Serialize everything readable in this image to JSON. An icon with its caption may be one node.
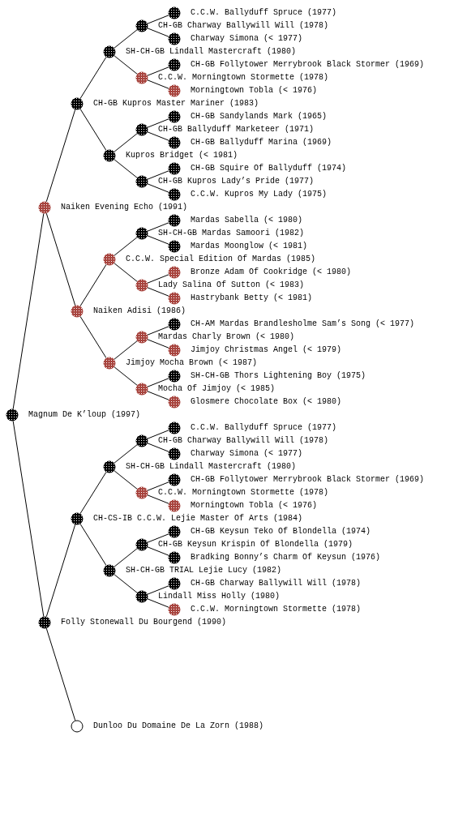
{
  "diagram": {
    "nodes": [
      {
        "text": [
          "C.C.W. Ballyduff Spruce (1977)"
        ]
      },
      {
        "text": [
          "CH-GB Charway Ballywill Will (1978)"
        ]
      },
      {
        "text": [
          "Charway Simona (< 1977)"
        ]
      },
      {
        "text": [
          "SH-CH-GB Lindall Mastercraft (1980)"
        ]
      },
      {
        "text": [
          "CH-GB Follytower Merrybrook Black Stormer (1969)"
        ]
      },
      {
        "text": [
          "C.C.W. Morningtown Stormette (1978)"
        ]
      },
      {
        "text": [
          "Morningtown Tobla (< 1976)"
        ]
      },
      {
        "text": [
          "CH-GB Kupros Master Mariner (1983)"
        ]
      },
      {
        "text": [
          "CH-GB Sandylands Mark (1965)"
        ]
      },
      {
        "text": [
          "CH-GB Ballyduff Marketeer (1971)"
        ]
      },
      {
        "text": [
          "CH-GB Ballyduff Marina (1969)"
        ]
      },
      {
        "text": [
          "Kupros Bridget (< 1981)"
        ]
      },
      {
        "text": [
          "CH-GB Squire Of Ballyduff (1974)"
        ]
      },
      {
        "text": [
          "CH-GB Kupros Lady’s Pride (1977)"
        ]
      },
      {
        "text": [
          "C.C.W. Kupros My Lady (1975)"
        ]
      },
      {
        "text": [
          "Naiken Evening Echo (1991)"
        ]
      },
      {
        "text": [
          "Mardas Sabella (< 1980)"
        ]
      },
      {
        "text": [
          "SH-CH-GB Mardas Samoori (1982)"
        ]
      },
      {
        "text": [
          "Mardas Moonglow (< 1981)"
        ]
      },
      {
        "text": [
          "C.C.W. Special Edition Of Mardas (1985)"
        ]
      },
      {
        "text": [
          "Bronze Adam Of Cookridge (< 1980)"
        ]
      },
      {
        "text": [
          "Lady Salina Of Sutton (< 1983)"
        ]
      },
      {
        "text": [
          "Hastrybank Betty (< 1981)"
        ]
      },
      {
        "text": [
          "Naiken Adisi (1986)"
        ]
      },
      {
        "text": [
          "CH-AM Mardas Brandlesholme Sam’s Song (< 1977)"
        ]
      },
      {
        "text": [
          "Mardas Charly Brown (< 1980)"
        ]
      },
      {
        "text": [
          "Jimjoy Christmas Angel (< 1979)"
        ]
      },
      {
        "text": [
          "Jimjoy Mocha Brown (< 1987)"
        ]
      },
      {
        "text": [
          "SH-CH-GB Thors Lightening Boy (1975)"
        ]
      },
      {
        "text": [
          "Mocha Of Jimjoy (< 1985)"
        ]
      },
      {
        "text": [
          "Glosmere Chocolate Box (< 1980)"
        ]
      },
      {
        "text": [
          "Magnum De K’loup (1997)"
        ]
      },
      {
        "text": [
          "C.C.W. Ballyduff Spruce (1977)"
        ]
      },
      {
        "text": [
          "CH-GB Charway Ballywill Will (1978)"
        ]
      },
      {
        "text": [
          "Charway Simona (< 1977)"
        ]
      },
      {
        "text": [
          "SH-CH-GB Lindall Mastercraft (1980)"
        ]
      },
      {
        "text": [
          "CH-GB Follytower Merrybrook Black Stormer (1969)"
        ]
      },
      {
        "text": [
          "C.C.W. Morningtown Stormette (1978)"
        ]
      },
      {
        "text": [
          "Morningtown Tobla (< 1976)"
        ]
      },
      {
        "text": [
          "CH-CS-IB C.C.W. Lejie Master Of Arts (1984)"
        ]
      },
      {
        "text": [
          "CH-GB Keysun Teko Of Blondella (1974)"
        ]
      },
      {
        "text": [
          "CH-GB Keysun Krispin Of Blondella (1979)"
        ]
      },
      {
        "text": [
          "Bradking Bonny’s Charm Of Keysun (1976)"
        ]
      },
      {
        "text": [
          "SH-CH-GB TRIAL Lejie Lucy (1982)"
        ]
      },
      {
        "text": [
          "CH-GB Charway Ballywill Will (1978)"
        ]
      },
      {
        "text": [
          "Lindall Miss Holly (1980)"
        ]
      },
      {
        "text": [
          "C.C.W. Morningtown Stormette (1978)"
        ]
      },
      {
        "text": [
          "Folly Stonewall Du Bourgend (1990)"
        ]
      },
      {
        "text": [
          "Dunloo Du Domaine De La Zorn (1988)"
        ]
      }
    ],
    "edges": [
      {
        "from": 1,
        "to": 0,
        "arrow": "none"
      },
      {
        "from": 1,
        "to": 2,
        "arrow": "none"
      },
      {
        "from": 3,
        "to": 1,
        "arrow": "none"
      },
      {
        "from": 3,
        "to": 5,
        "arrow": "none"
      },
      {
        "from": 5,
        "to": 4,
        "arrow": "none"
      },
      {
        "from": 5,
        "to": 6,
        "arrow": "none"
      },
      {
        "from": 7,
        "to": 3,
        "arrow": "none"
      },
      {
        "from": 7,
        "to": 11,
        "arrow": "none"
      },
      {
        "from": 9,
        "to": 8,
        "arrow": "none"
      },
      {
        "from": 9,
        "to": 10,
        "arrow": "none"
      },
      {
        "from": 11,
        "to": 9,
        "arrow": "none"
      },
      {
        "from": 11,
        "to": 13,
        "arrow": "none"
      },
      {
        "from": 13,
        "to": 12,
        "arrow": "none"
      },
      {
        "from": 13,
        "to": 14,
        "arrow": "none"
      },
      {
        "from": 15,
        "to": 7,
        "arrow": "none"
      },
      {
        "from": 15,
        "to": 23,
        "arrow": "none"
      },
      {
        "from": 17,
        "to": 16,
        "arrow": "none"
      },
      {
        "from": 17,
        "to": 18,
        "arrow": "none"
      },
      {
        "from": 19,
        "to": 17,
        "arrow": "none"
      },
      {
        "from": 19,
        "to": 21,
        "arrow": "none"
      },
      {
        "from": 21,
        "to": 20,
        "arrow": "none"
      },
      {
        "from": 21,
        "to": 22,
        "arrow": "none"
      },
      {
        "from": 23,
        "to": 19,
        "arrow": "none"
      },
      {
        "from": 23,
        "to": 27,
        "arrow": "none"
      },
      {
        "from": 25,
        "to": 24,
        "arrow": "none"
      },
      {
        "from": 25,
        "to": 26,
        "arrow": "none"
      },
      {
        "from": 27,
        "to": 25,
        "arrow": "none"
      },
      {
        "from": 27,
        "to": 29,
        "arrow": "none"
      },
      {
        "from": 29,
        "to": 28,
        "arrow": "none"
      },
      {
        "from": 29,
        "to": 30,
        "arrow": "none"
      },
      {
        "from": 31,
        "to": 15,
        "arrow": "none"
      },
      {
        "from": 31,
        "to": 47,
        "arrow": "none"
      },
      {
        "from": 33,
        "to": 32,
        "arrow": "none"
      },
      {
        "from": 33,
        "to": 34,
        "arrow": "none"
      },
      {
        "from": 35,
        "to": 33,
        "arrow": "none"
      },
      {
        "from": 35,
        "to": 37,
        "arrow": "none"
      },
      {
        "from": 37,
        "to": 36,
        "arrow": "none"
      },
      {
        "from": 37,
        "to": 38,
        "arrow": "none"
      },
      {
        "from": 39,
        "to": 35,
        "arrow": "none"
      },
      {
        "from": 39,
        "to": 43,
        "arrow": "none"
      },
      {
        "from": 41,
        "to": 40,
        "arrow": "none"
      },
      {
        "from": 41,
        "to": 42,
        "arrow": "none"
      },
      {
        "from": 43,
        "to": 41,
        "arrow": "none"
      },
      {
        "from": 43,
        "to": 45,
        "arrow": "none"
      },
      {
        "from": 45,
        "to": 44,
        "arrow": "none"
      },
      {
        "from": 45,
        "to": 46,
        "arrow": "none"
      },
      {
        "from": 47,
        "to": 39,
        "arrow": "none"
      },
      {
        "from": 47,
        "to": 48,
        "arrow": "none"
      }
    ]
  }
}
